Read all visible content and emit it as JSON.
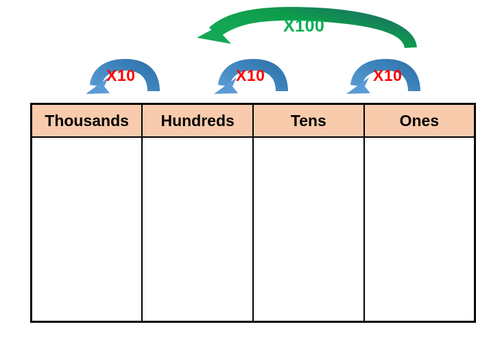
{
  "diagram": {
    "title": "Place Value Chart with Multiplication Arrows",
    "background_color": "#FFFFFF"
  },
  "table": {
    "headers": [
      "Thousands",
      "Hundreds",
      "Tens",
      "Ones"
    ],
    "rows": [
      [
        "",
        "",
        "",
        ""
      ]
    ],
    "header_fill": "#F8CBAD",
    "body_fill": "#FFFFFF",
    "border_color": "#000000"
  },
  "arrows": [
    {
      "id": "arrow-x10-hundreds-to-thousands",
      "label": "X10",
      "label_color": "#FF0000",
      "arrow_color": "#4A90C4",
      "from": "Hundreds",
      "to": "Thousands",
      "factor": 10,
      "direction": "left"
    },
    {
      "id": "arrow-x10-tens-to-hundreds",
      "label": "X10",
      "label_color": "#FF0000",
      "arrow_color": "#4A90C4",
      "from": "Tens",
      "to": "Hundreds",
      "factor": 10,
      "direction": "left"
    },
    {
      "id": "arrow-x10-ones-to-tens",
      "label": "X10",
      "label_color": "#FF0000",
      "arrow_color": "#4A90C4",
      "from": "Ones",
      "to": "Tens",
      "factor": 10,
      "direction": "left"
    },
    {
      "id": "arrow-x100-ones-to-hundreds",
      "label": "X100",
      "label_color": "#00B050",
      "arrow_color": "#0FA44A",
      "from": "Ones",
      "to": "Hundreds",
      "factor": 100,
      "direction": "left"
    }
  ]
}
